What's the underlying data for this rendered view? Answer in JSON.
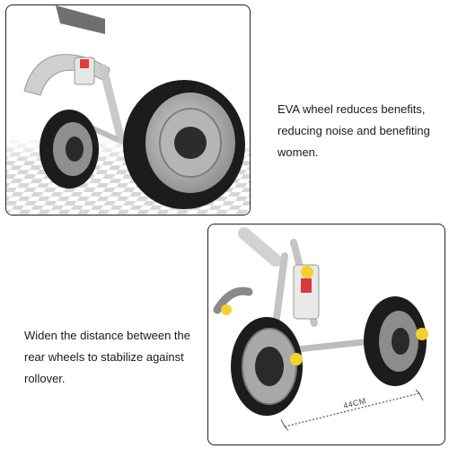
{
  "top_panel": {
    "caption_lines": [
      "EVA wheel reduces benefits,",
      "reducing noise and benefiting",
      "women."
    ]
  },
  "bottom_panel": {
    "caption_lines": [
      "Widen the distance between the",
      "rear wheels to stabilize against",
      "rollover."
    ],
    "measurement_label": "44CM"
  },
  "colors": {
    "frame": "#c9c9c9",
    "tire": "#1c1c1c",
    "hub": "#9a9a9a",
    "highlight_dot": "#f2d12e",
    "checker_light": "#ffffff",
    "checker_dark": "#d8d8d8"
  }
}
